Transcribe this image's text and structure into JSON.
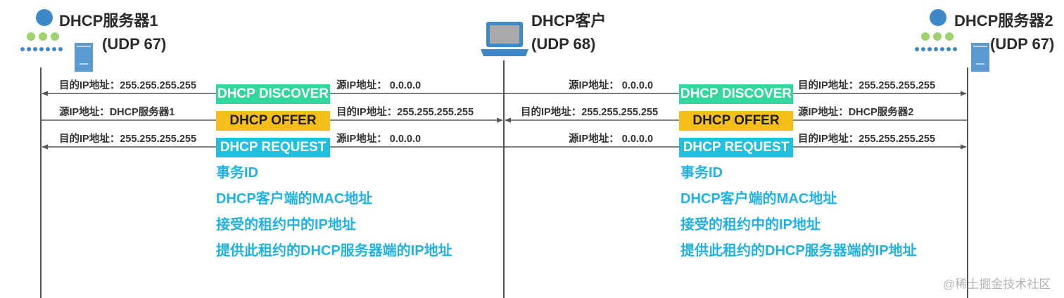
{
  "nodes": {
    "server1": {
      "name": "DHCP服务器1",
      "port": "(UDP 67)"
    },
    "client": {
      "name": "DHCP客户",
      "port": "(UDP 68)"
    },
    "server2": {
      "name": "DHCP服务器2",
      "port": "(UDP 67)"
    }
  },
  "left": {
    "discover": {
      "label": "DHCP DISCOVER",
      "dst": "目的IP地址：255.255.255.255",
      "src": "源IP地址：    0.0.0.0"
    },
    "offer": {
      "label": "DHCP OFFER",
      "src": "源IP地址：DHCP服务器1",
      "dst": "目的IP地址：255.255.255.255"
    },
    "request": {
      "label": "DHCP REQUEST",
      "dst": "目的IP地址：255.255.255.255",
      "src": "源IP地址：    0.0.0.0"
    },
    "notes": [
      "事务ID",
      "DHCP客户端的MAC地址",
      "接受的租约中的IP地址",
      "提供此租约的DHCP服务器端的IP地址"
    ]
  },
  "right": {
    "discover": {
      "label": "DHCP DISCOVER",
      "src": "源IP地址：    0.0.0.0",
      "dst": "目的IP地址：255.255.255.255"
    },
    "offer": {
      "label": "DHCP OFFER",
      "dst": "目的IP地址：255.255.255.255",
      "src": "源IP地址：DHCP服务器2"
    },
    "request": {
      "label": "DHCP REQUEST",
      "src": "源IP地址：    0.0.0.0",
      "dst": "目的IP地址：255.255.255.255"
    },
    "notes": [
      "事务ID",
      "DHCP客户端的MAC地址",
      "接受的租约中的IP地址",
      "提供此租约的DHCP服务器端的IP地址"
    ]
  },
  "watermark": "@稀土掘金技术社区",
  "colors": {
    "discover": "#31d79b",
    "offer": "#f6be18",
    "request": "#1fc0e0",
    "notes": "#1fb2e4",
    "lifeline": "#555555",
    "icon_blue": "#3d88c9",
    "icon_green": "#9ed26a"
  },
  "icons": [
    "server-icon",
    "laptop-icon",
    "server-icon"
  ]
}
